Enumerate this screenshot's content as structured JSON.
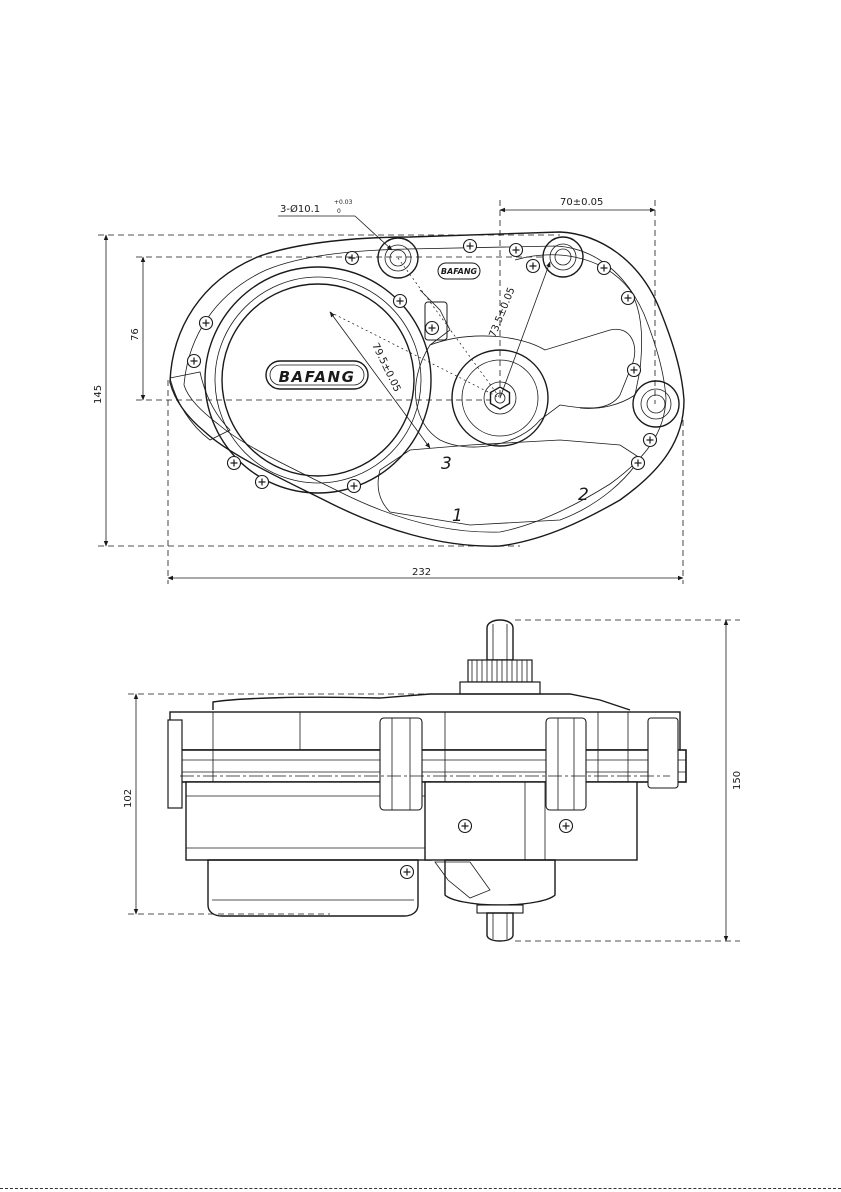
{
  "dimensions": {
    "hole_spec": "3-Ø10.1",
    "hole_tol_upper": "+0.03",
    "hole_tol_lower": "0",
    "top_spacing": "70±0.05",
    "radius_a": "79.5±0.05",
    "radius_b": "73.5±0.05",
    "height_outer": "145",
    "height_inner": "76",
    "width_total": "232",
    "side_height": "102",
    "side_total_height": "150"
  },
  "callouts": {
    "n1": "1",
    "n2": "2",
    "n3": "3"
  },
  "branding": {
    "logo_main": "BAFANG",
    "logo_small": "BAFANG"
  }
}
